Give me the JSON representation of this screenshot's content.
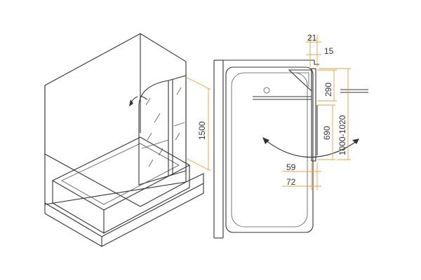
{
  "drawing": {
    "colors": {
      "line": "#333333",
      "dimension": "#e8a13a",
      "background": "#ffffff"
    },
    "isometric_view": {
      "height_label": "1500"
    },
    "plan_view": {
      "dim_top_outer": "21",
      "dim_top_inner": "15",
      "dim_hinge_depth": "290",
      "dim_panel_width": "690",
      "dim_total_width": "1000-1020",
      "dim_bottom_a": "59",
      "dim_bottom_b": "72"
    }
  }
}
